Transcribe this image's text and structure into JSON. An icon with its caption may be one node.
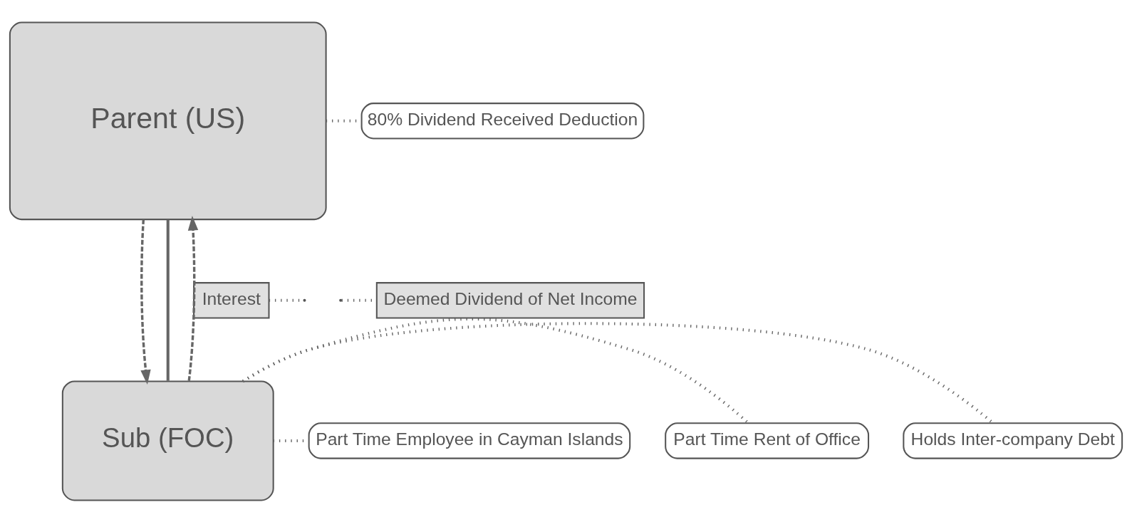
{
  "diagram": {
    "nodes": [
      {
        "text": [
          "Parent (US)"
        ]
      },
      {
        "text": [
          "Sub (FOC)"
        ]
      },
      {
        "text": [
          "80% Dividend Received Deduction"
        ]
      },
      {
        "text": [
          "Interest"
        ]
      },
      {
        "text": [
          "Deemed Dividend of Net Income"
        ]
      },
      {
        "text": [
          "Holds Inter-company Debt"
        ]
      },
      {
        "text": [
          "Part Time Rent of Office"
        ]
      },
      {
        "text": [
          "Part Time Employee in Cayman Islands"
        ]
      }
    ],
    "edges": [
      {
        "from": 0,
        "to": 1,
        "arrow": "to",
        "style": "dashed"
      },
      {
        "from": 0,
        "to": 1,
        "arrow": "none"
      },
      {
        "from": 1,
        "to": 0,
        "arrow": "to",
        "style": "dashed"
      },
      {
        "from": 0,
        "to": 2,
        "arrow": "none",
        "style": "dashed"
      },
      {
        "from": 3,
        "to": null,
        "arrow": "none",
        "style": "dashed"
      },
      {
        "from": null,
        "to": 4,
        "arrow": "none",
        "style": "dashed"
      },
      {
        "from": 1,
        "to": 5,
        "arrow": "none",
        "style": "dashed"
      },
      {
        "from": 1,
        "to": 6,
        "arrow": "none",
        "style": "dashed"
      },
      {
        "from": 1,
        "to": 7,
        "arrow": "none",
        "style": "dashed"
      }
    ]
  }
}
